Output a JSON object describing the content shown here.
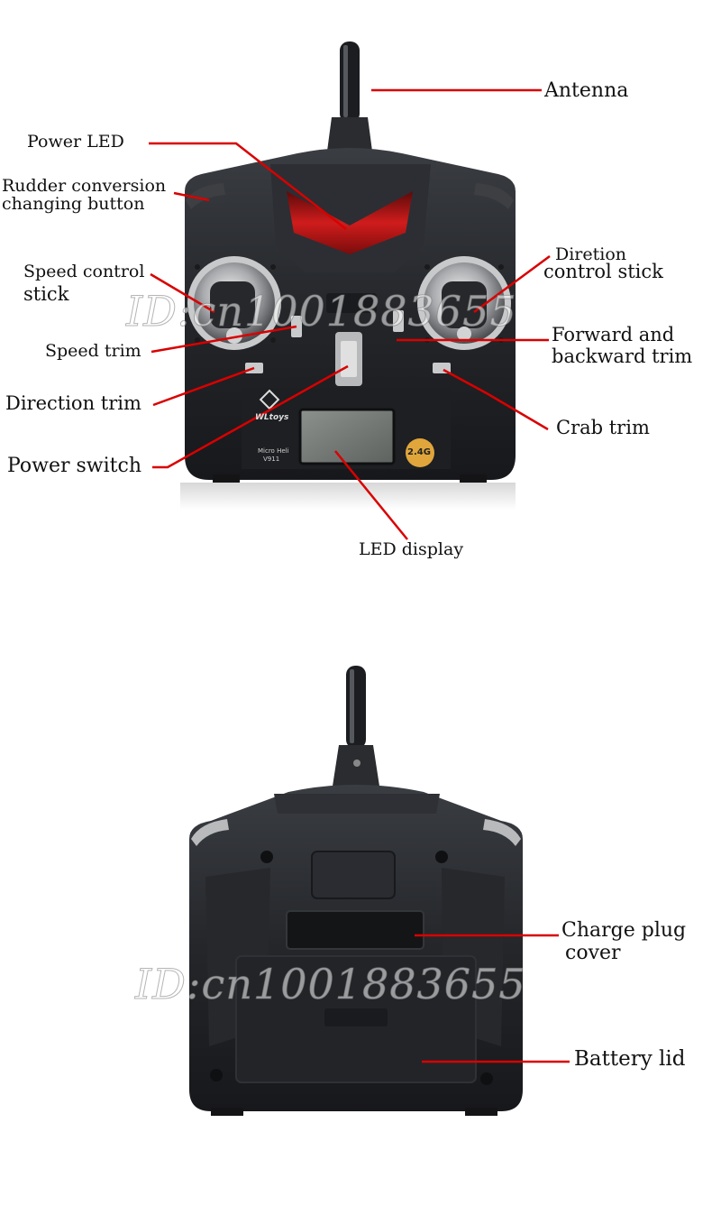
{
  "front": {
    "labels": {
      "antenna": "Antenna",
      "power_led": "Power LED",
      "rudder_1": "Rudder conversion",
      "rudder_2": "changing button",
      "speed_stick_1": "Speed control",
      "speed_stick_2": "stick",
      "speed_trim": "Speed trim",
      "direction_trim": "Direction trim",
      "power_switch": "Power switch",
      "led_display": "LED display",
      "dir_stick_1": "Diretion",
      "dir_stick_2": "control stick",
      "fwd_trim_1": "Forward and",
      "fwd_trim_2": "backward trim",
      "crab_trim": "Crab trim"
    },
    "device_text": {
      "brand": "WLtoys",
      "model_1": "Micro Heli",
      "model_2": "V911",
      "badge": "2.4G"
    },
    "watermark": "ID:cn1001883655"
  },
  "back": {
    "labels": {
      "charge_1": "Charge plug",
      "charge_2": "cover",
      "battery_lid": "Battery lid"
    },
    "watermark": "ID:cn1001883655"
  },
  "colors": {
    "leader": "#d90000",
    "body": "#202226",
    "led_red": "#c41818"
  }
}
